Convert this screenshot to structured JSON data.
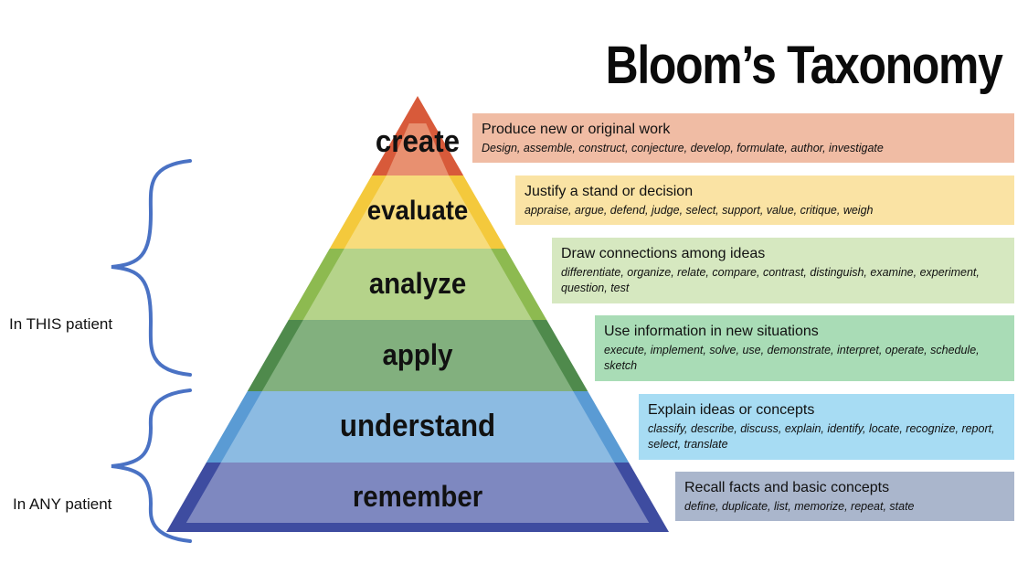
{
  "title": "Bloom’s Taxonomy",
  "levels": [
    {
      "label": "create",
      "heading": "Produce new or original work",
      "verbs": "Design, assemble, construct, conjecture, develop, formulate, author, investigate",
      "color_light": "#e89070",
      "color_dark": "#d85a3a",
      "box_color": "#f0bca4"
    },
    {
      "label": "evaluate",
      "heading": "Justify a stand or decision",
      "verbs": "appraise, argue, defend, judge, select, support, value, critique, weigh",
      "color_light": "#f7dc7c",
      "color_dark": "#f4c93c",
      "box_color": "#fae3a4"
    },
    {
      "label": "analyze",
      "heading": "Draw connections among ideas",
      "verbs": "differentiate, organize, relate, compare, contrast, distinguish, examine, experiment, question, test",
      "color_light": "#b5d38a",
      "color_dark": "#8dba50",
      "box_color": "#d6e8c0"
    },
    {
      "label": "apply",
      "heading": "Use information in new situations",
      "verbs": "execute, implement, solve, use, demonstrate, interpret, operate, schedule, sketch",
      "color_light": "#82b07e",
      "color_dark": "#4f8a4c",
      "box_color": "#a9dcb6"
    },
    {
      "label": "understand",
      "heading": "Explain ideas or concepts",
      "verbs": "classify, describe, discuss, explain, identify, locate, recognize, report, select, translate",
      "color_light": "#8cbbe2",
      "color_dark": "#5a9bd4",
      "box_color": "#a7dcf3"
    },
    {
      "label": "remember",
      "heading": "Recall facts and basic concepts",
      "verbs": "define, duplicate, list, memorize, repeat, state",
      "color_light": "#7e88c0",
      "color_dark": "#3e4ca0",
      "box_color": "#aab6cc"
    }
  ],
  "groups": [
    {
      "label": "In THIS patient"
    },
    {
      "label": "In ANY patient"
    }
  ],
  "brace_color": "#4a72c4"
}
